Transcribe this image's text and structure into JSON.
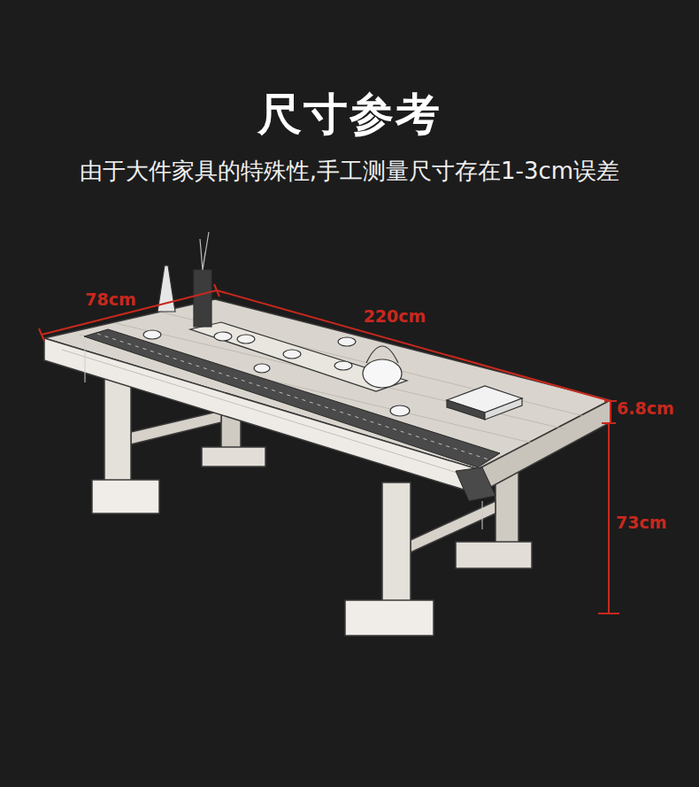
{
  "diagram": {
    "title": "尺寸参考",
    "caption": "由于大件家具的特殊性,手工测量尺寸存在1-3cm误差",
    "labels": [
      "78cm",
      "220cm",
      "6.8cm",
      "73cm"
    ]
  }
}
